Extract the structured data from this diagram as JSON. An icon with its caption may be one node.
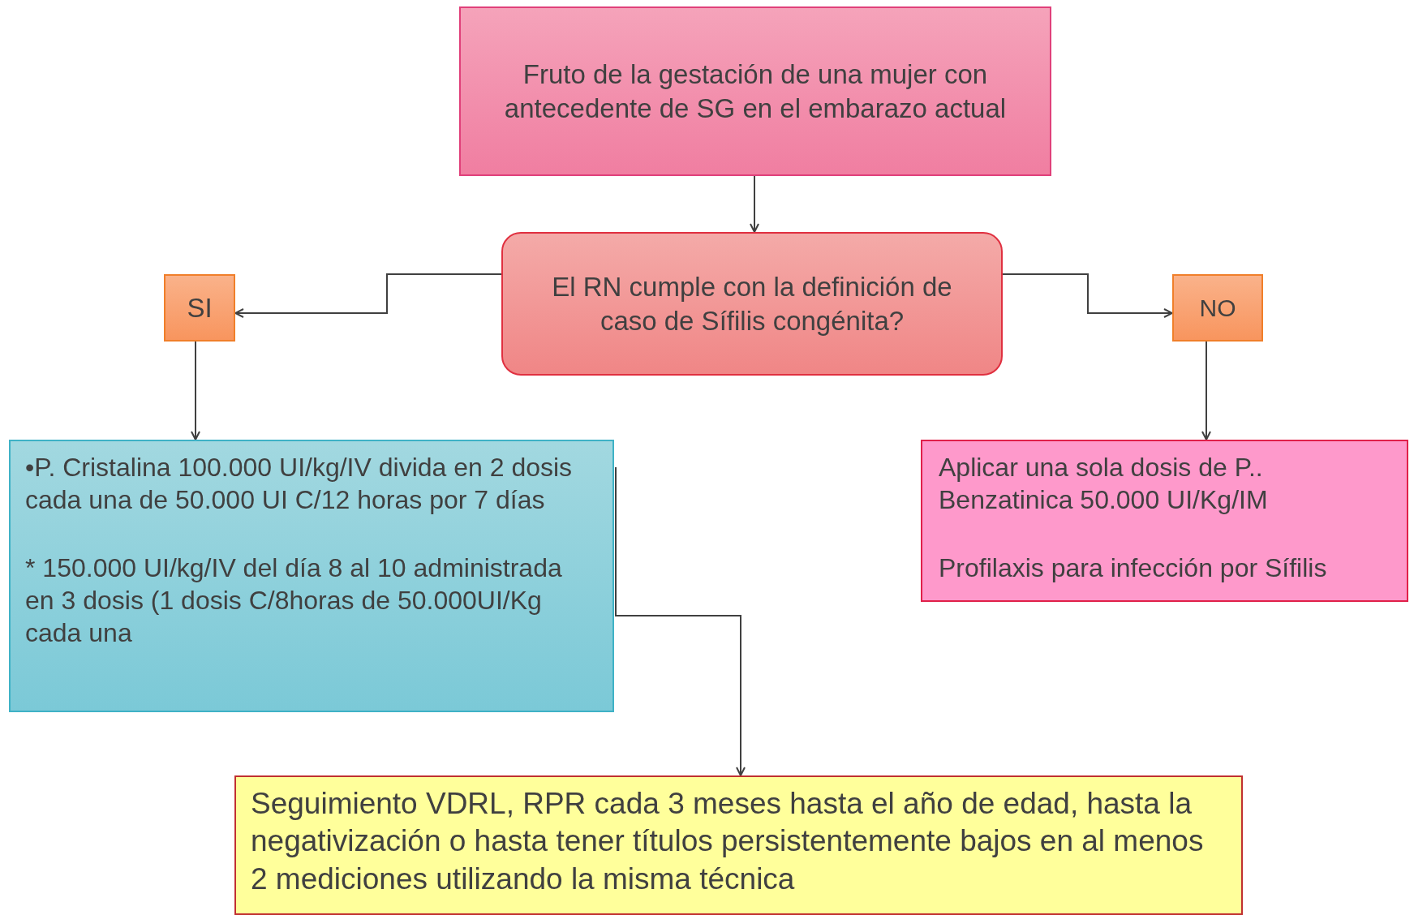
{
  "diagram": {
    "nodes": [
      {
        "text": [
          "Fruto de la gestación de una mujer con antecedente de SG en el embarazo actual"
        ]
      },
      {
        "text": [
          "El RN cumple con la definición de caso de Sífilis congénita?"
        ]
      },
      {
        "text": [
          "SI"
        ]
      },
      {
        "text": [
          "NO"
        ]
      },
      {
        "text": [
          "•P. Cristalina 100.000 UI/kg/IV divida en 2 dosis cada una de 50.000 UI C/12 horas por 7 días",
          "* 150.000 UI/kg/IV del día 8 al 10 administrada en 3 dosis (1 dosis C/8horas de 50.000UI/Kg cada una"
        ]
      },
      {
        "text": [
          "Aplicar una sola dosis de P.. Benzatinica 50.000 UI/Kg/IM",
          "Profilaxis para infección por Sífilis"
        ]
      },
      {
        "text": [
          "Seguimiento VDRL, RPR cada 3 meses hasta el año de edad, hasta la negativización o hasta tener títulos persistentemente bajos en al menos 2 mediciones utilizando la misma técnica"
        ]
      }
    ],
    "edges": [
      {
        "from": 0,
        "to": 1,
        "arrow": "to"
      },
      {
        "from": 1,
        "to": 2,
        "arrow": "to"
      },
      {
        "from": 1,
        "to": 3,
        "arrow": "to"
      },
      {
        "from": 2,
        "to": 4,
        "arrow": "to"
      },
      {
        "from": 3,
        "to": 5,
        "arrow": "to"
      },
      {
        "from": 4,
        "to": 6,
        "arrow": "to"
      }
    ]
  }
}
